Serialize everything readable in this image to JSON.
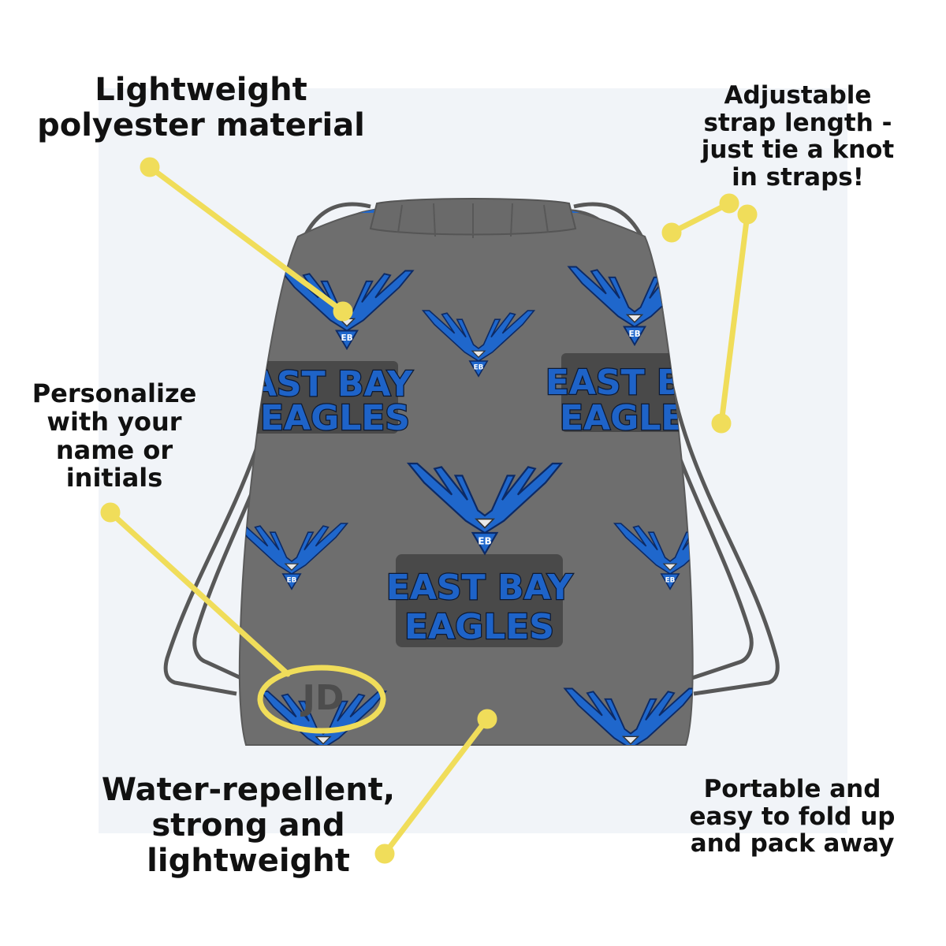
{
  "bag": {
    "logo_line1": "EAST BAY",
    "logo_line2": "EAGLES",
    "emblem_initials": "EB",
    "personalized_initials": "JD"
  },
  "callouts": {
    "material": [
      "Lightweight",
      "polyester material"
    ],
    "strap": [
      "Adjustable",
      "strap length -",
      "just tie a knot",
      "in straps!"
    ],
    "personalize": [
      "Personalize",
      "with your",
      "name or",
      "initials"
    ],
    "water": [
      "Water-repellent,",
      "strong and",
      "lightweight"
    ],
    "portable": [
      "Portable and",
      "easy to fold up",
      "and pack away"
    ]
  },
  "colors": {
    "bag_gray": "#6e6e6e",
    "cord_gray": "#585858",
    "logo_blue": "#1e63c8",
    "callout_yellow": "#f0dd5a",
    "backdrop": "#f1f4f8"
  }
}
